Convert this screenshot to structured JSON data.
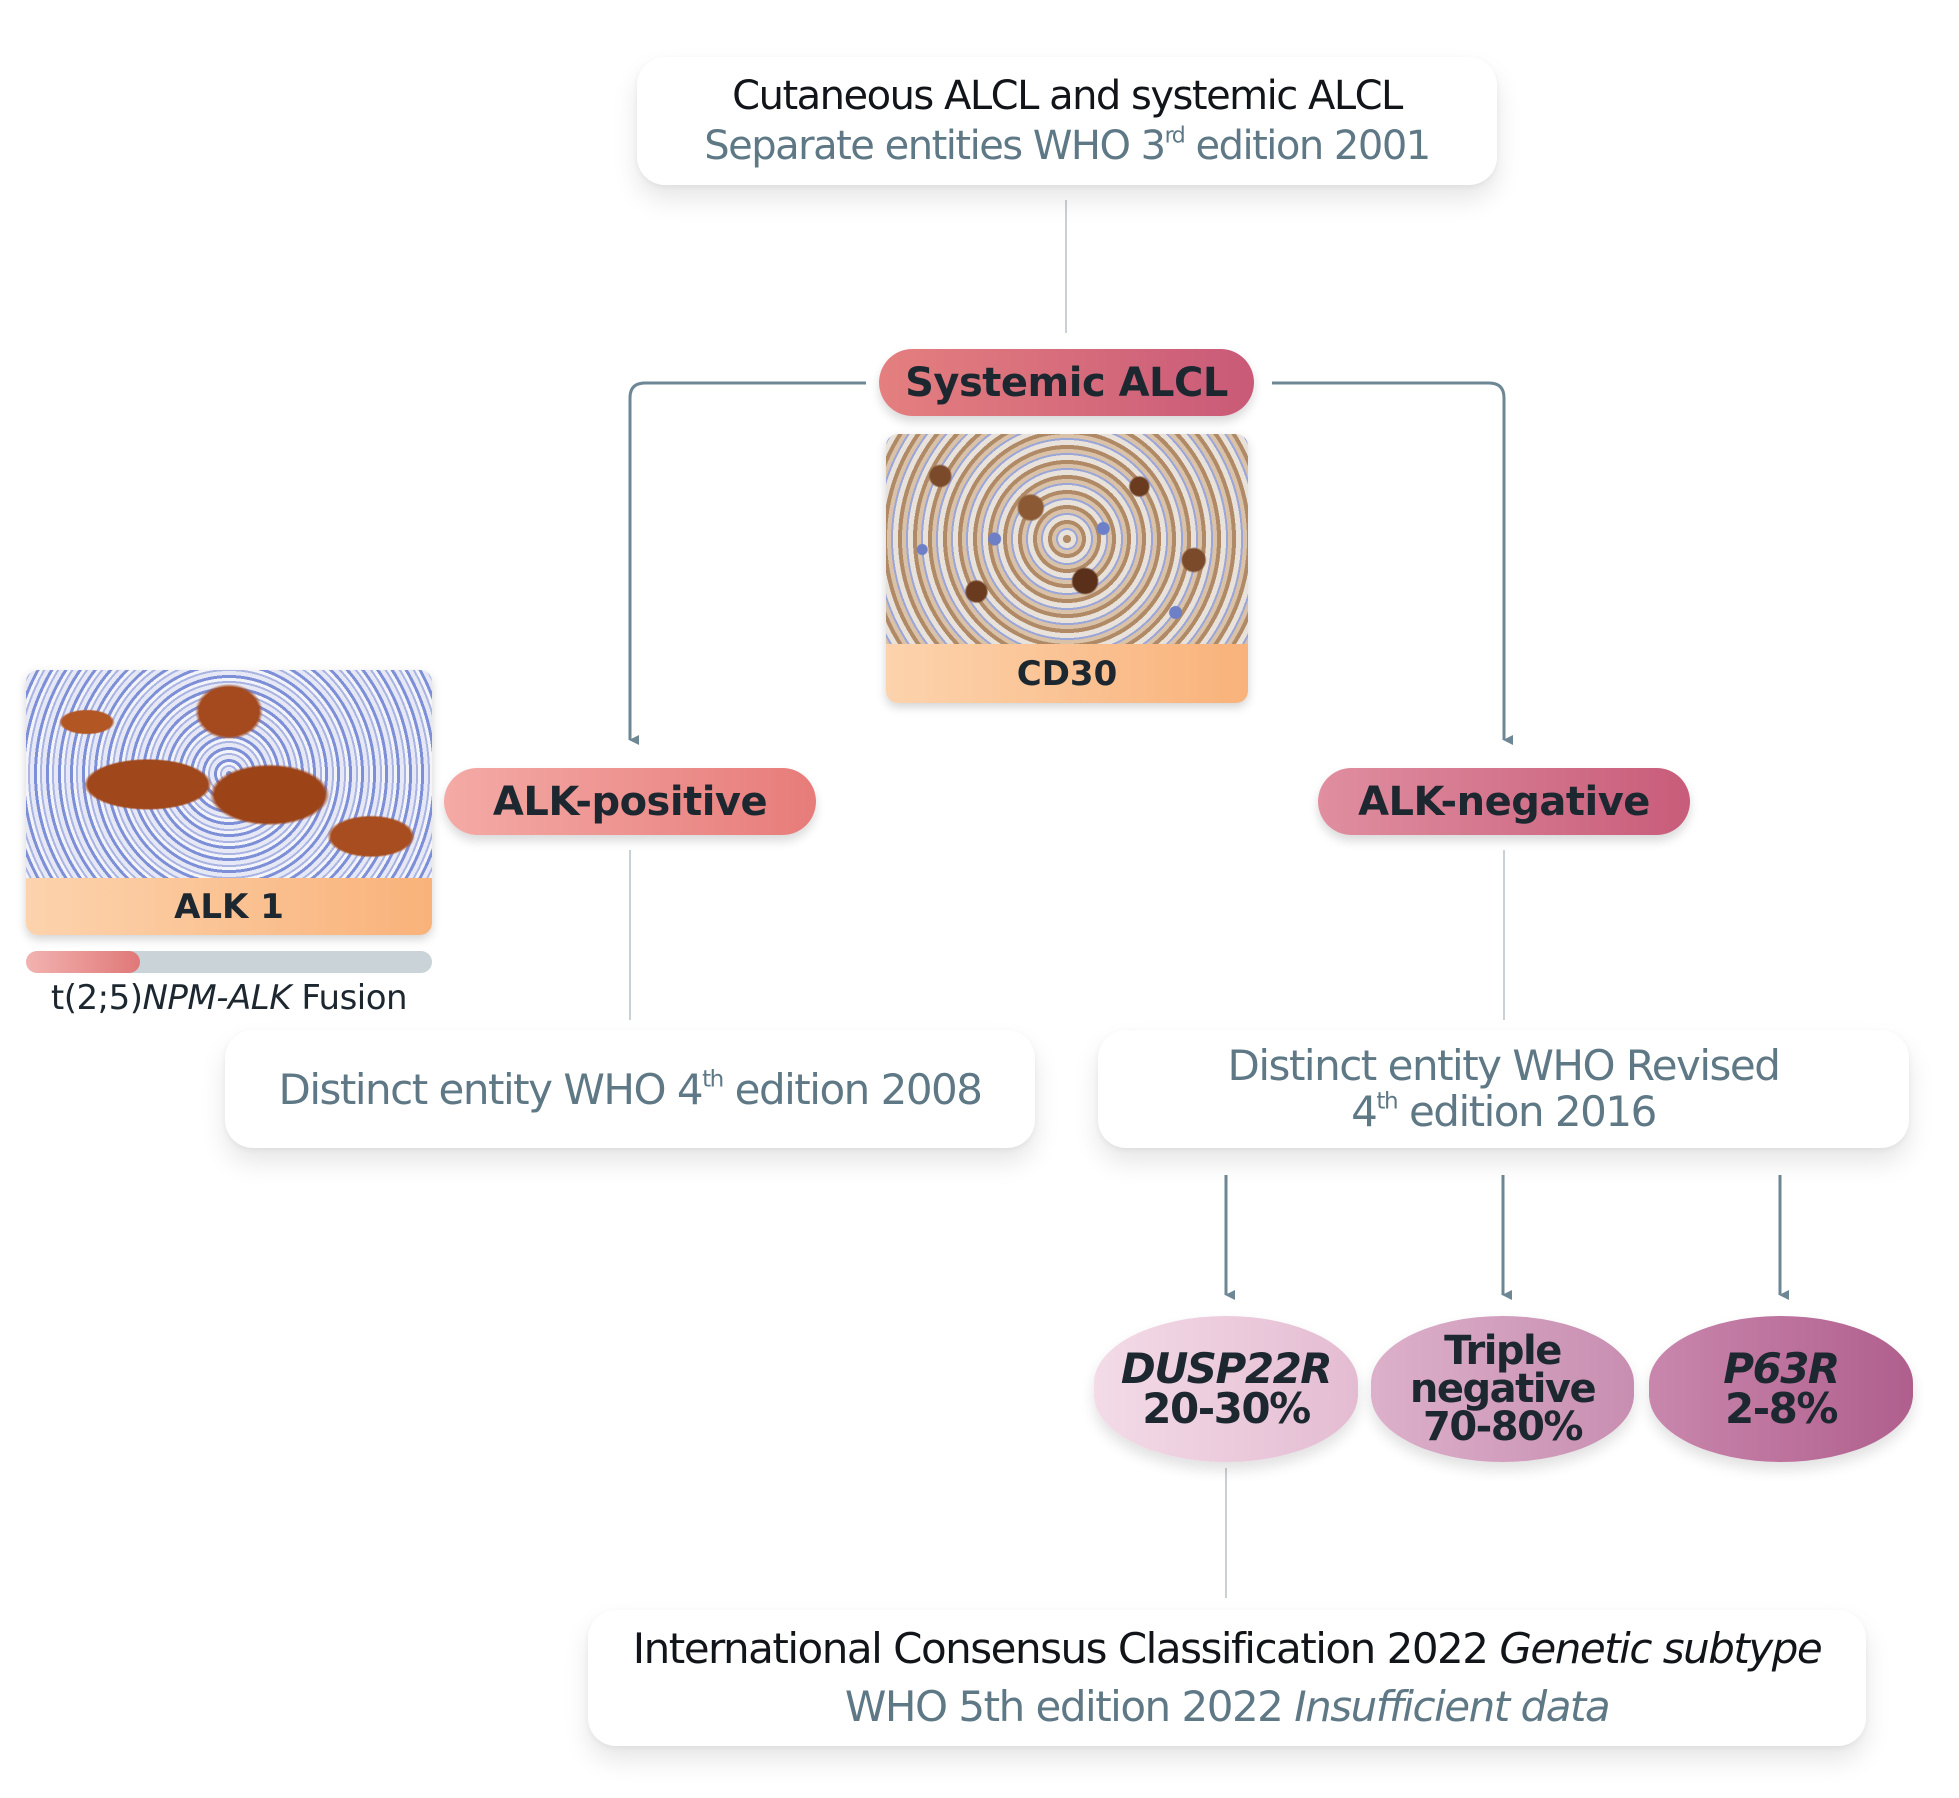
{
  "top_box": {
    "line1": "Cutaneous ALCL and systemic ALCL",
    "line2_prefix": "Separate entities WHO 3",
    "line2_sup": "rd",
    "line2_suffix": " edition 2001"
  },
  "systemic": {
    "label": "Systemic ALCL",
    "stain_label": "CD30"
  },
  "alk_positive": {
    "label": "ALK-positive",
    "stain_label": "ALK 1",
    "fusion_bar_fraction": 0.28,
    "fusion_text_prefix": "t(2;5)",
    "fusion_text_italic": "NPM-ALK",
    "fusion_text_suffix": " Fusion",
    "entity_prefix": "Distinct entity WHO 4",
    "entity_sup": "th",
    "entity_suffix": " edition 2008"
  },
  "alk_negative": {
    "label": "ALK-negative",
    "entity_line1": "Distinct entity WHO Revised",
    "entity_line2_prefix": "4",
    "entity_line2_sup": "th",
    "entity_line2_suffix": " edition 2016",
    "subtypes": [
      {
        "name": "DUSP22R",
        "name_italic": true,
        "percent": "20-30%"
      },
      {
        "name_line1": "Triple",
        "name_line2": "negative",
        "name_italic": false,
        "percent": "70-80%"
      },
      {
        "name": "P63R",
        "name_italic": true,
        "percent": "2-8%"
      }
    ]
  },
  "bottom_box": {
    "line1_plain": "International Consensus Classification 2022 ",
    "line1_italic": "Genetic subtype",
    "line2_plain": "WHO 5th edition 2022 ",
    "line2_italic": "Insufficient data"
  },
  "colors": {
    "connector": "#6e8794",
    "connector_light": "#c9d1d6",
    "systemic_pill": "#d4687a",
    "alk_positive_pill": "#ec8d8a",
    "alk_negative_pill": "#cf6d86",
    "dusp22_oval": "#efd3e1",
    "triple_oval": "#d9a5c2",
    "p63_oval": "#bf6f9c",
    "stain_label_bg": "#fbc291",
    "fusion_bar_fill": "#e98b8a",
    "fusion_bar_track": "#c9d3d8"
  }
}
